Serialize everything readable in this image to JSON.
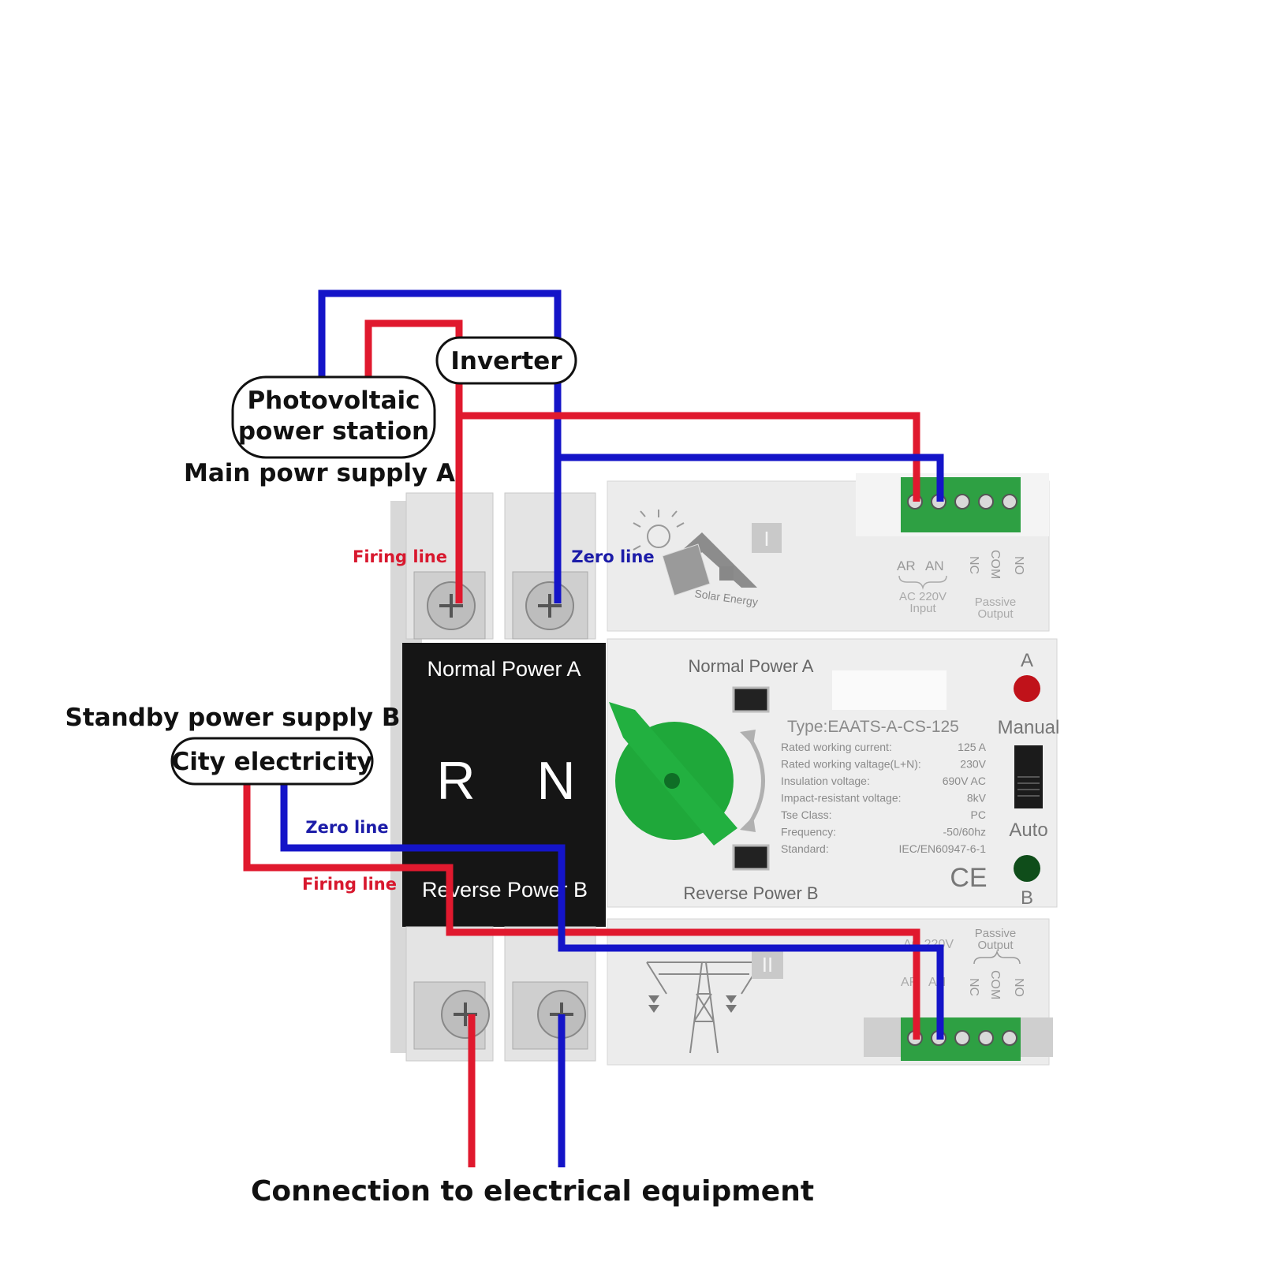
{
  "callouts": {
    "inverter": "Inverter",
    "pv_line1": "Photovoltaic",
    "pv_line2": "power station",
    "main_supply": "Main powr supply A",
    "standby_supply": "Standby power supply B",
    "city": "City electricity",
    "equipment": "Connection to electrical equipment"
  },
  "wire_labels": {
    "firing_top": "Firing line",
    "zero_top": "Zero line",
    "zero_bottom": "Zero line",
    "firing_bottom": "Firing line"
  },
  "device": {
    "black_panel": {
      "top": "Normal Power A",
      "r": "R",
      "n": "N",
      "bottom": "Reverse Power B"
    },
    "top_module": {
      "logo_text": "Solar Energy",
      "roman": "I",
      "ar": "AR",
      "an": "AN",
      "input_line1": "AC 220V",
      "input_line2": "Input",
      "nc": "NC",
      "com": "COM",
      "no": "NO",
      "passive_line1": "Passive",
      "passive_line2": "Output"
    },
    "center": {
      "normal_a": "Normal Power A",
      "reverse_b": "Reverse Power B",
      "type": "Type:EAATS-A-CS-125",
      "specs": [
        {
          "label": "Rated working current:",
          "value": "125    A"
        },
        {
          "label": "Rated working valtage(L+N):",
          "value": "230V"
        },
        {
          "label": "Insulation voltage:",
          "value": "690V AC"
        },
        {
          "label": "Impact-resistant voltage:",
          "value": "8kV"
        },
        {
          "label": "Tse Class:",
          "value": "PC"
        },
        {
          "label": "Frequency:",
          "value": "-50/60hz"
        },
        {
          "label": "Standard:",
          "value": "IEC/EN60947-6-1"
        }
      ],
      "ce": "CE",
      "a": "A",
      "manual": "Manual",
      "auto": "Auto",
      "b": "B"
    },
    "bottom_module": {
      "passive_line1": "Passive",
      "passive_line2": "Output",
      "roman": "II",
      "ac": "AC 220V",
      "ar": "AR",
      "an": "AN",
      "nc": "NC",
      "com": "COM",
      "no": "NO"
    }
  },
  "colors": {
    "red_wire": "#e0192e",
    "blue_wire": "#1414c8",
    "terminal_green": "#2ea043",
    "knob_green": "#1fa83a",
    "panel_black": "#151515",
    "body_grey": "#ebebeb",
    "led_red": "#c0121a",
    "led_green": "#0f4d1a"
  }
}
